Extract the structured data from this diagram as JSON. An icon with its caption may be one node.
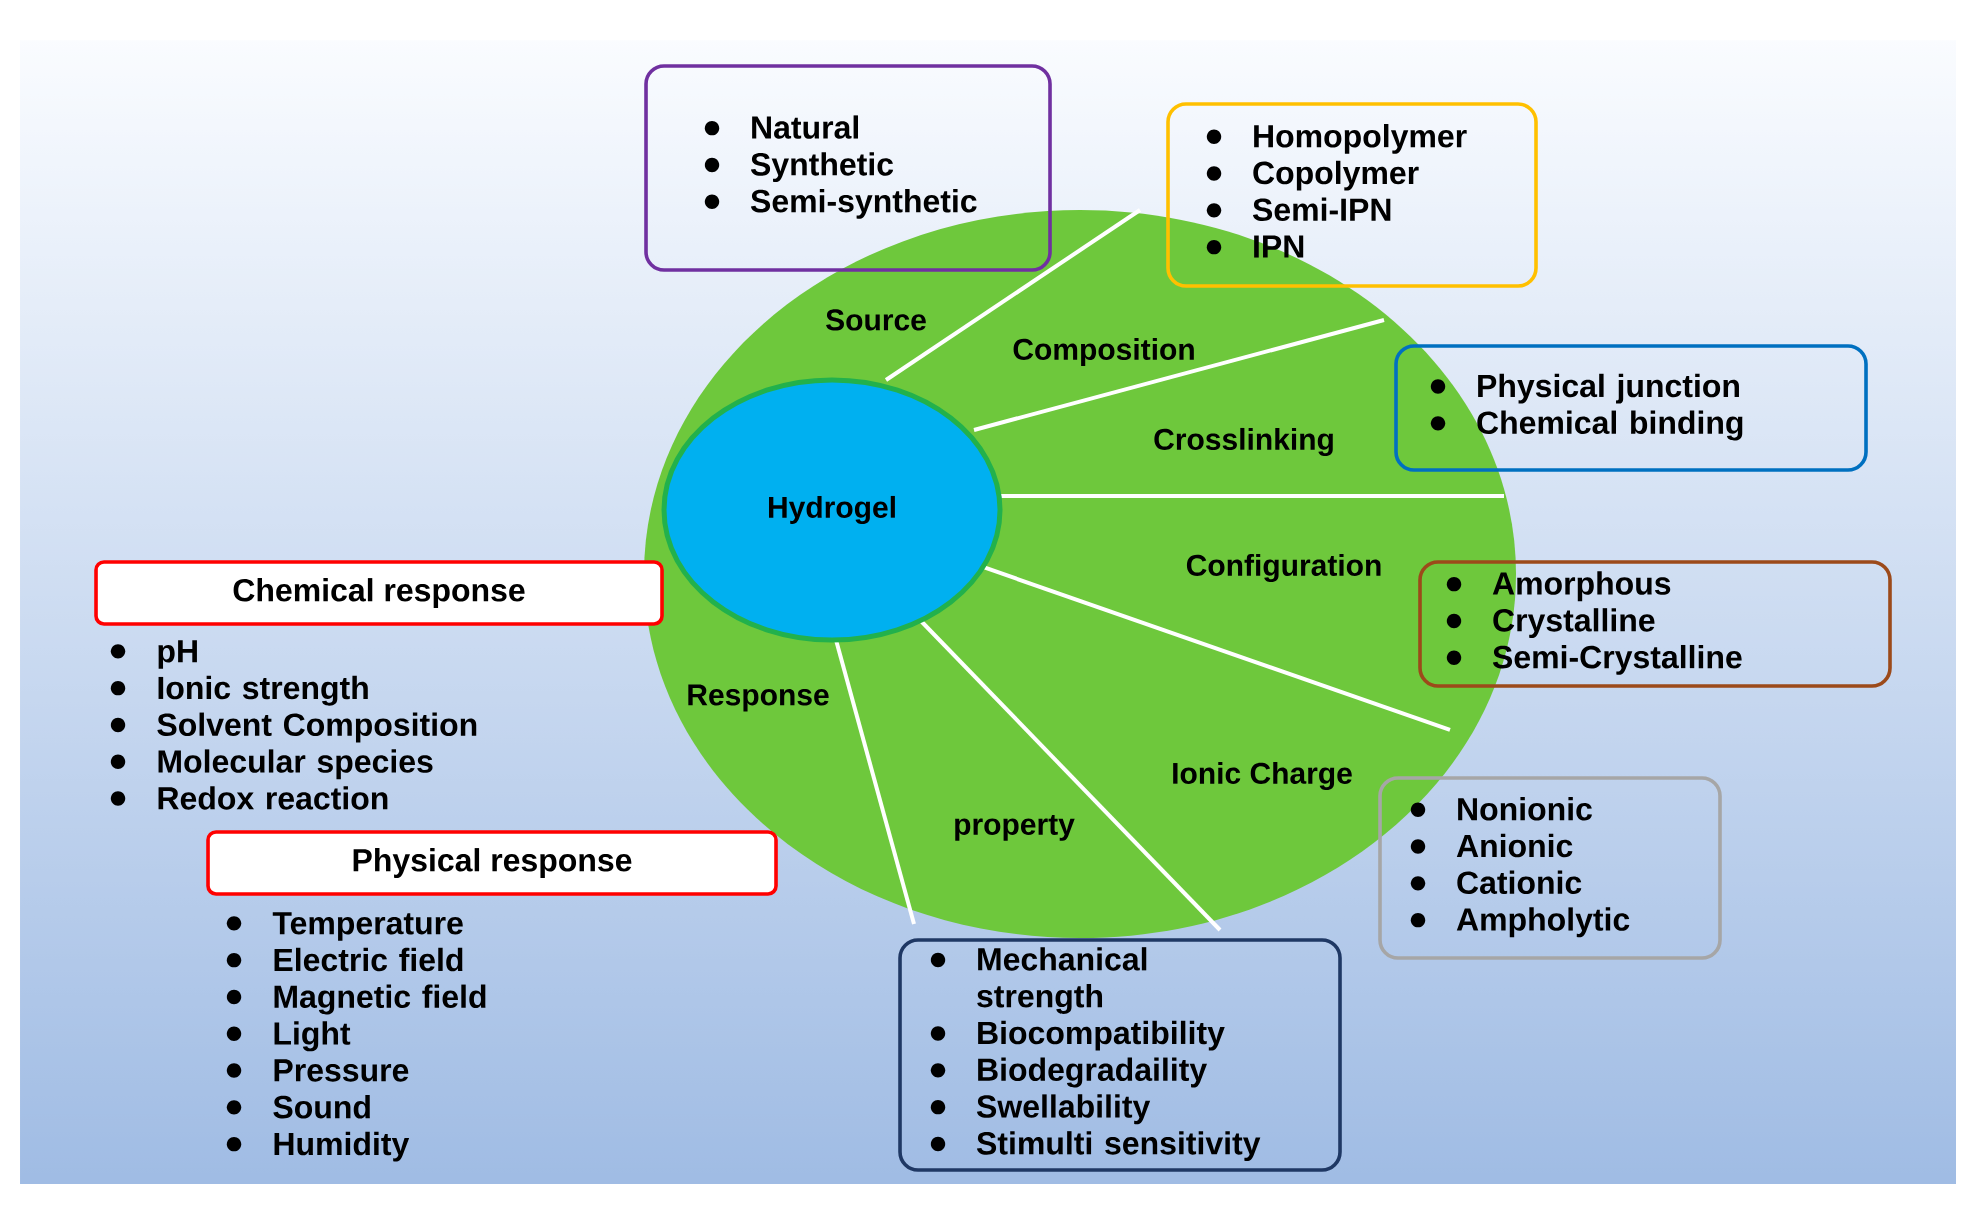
{
  "diagram": {
    "nodes": [
      {
        "text": [
          "Source",
          "Composition",
          "Crosslinking",
          "Configuration",
          "Ionic Charge",
          "property",
          "Response"
        ]
      },
      {
        "text": [
          "Hydrogel"
        ],
        "in": 0
      },
      {
        "text": [
          "Natural",
          "Synthetic",
          "Semi-synthetic"
        ]
      },
      {
        "text": [
          "Homopolymer",
          "Copolymer",
          "Semi-IPN",
          "IPN"
        ]
      },
      {
        "text": [
          "Physical junction",
          "Chemical binding"
        ]
      },
      {
        "text": [
          "Amorphous",
          "Crystalline",
          "Semi-Crystalline"
        ]
      },
      {
        "text": [
          "Chemical response"
        ],
        "beside": [
          "pH",
          "Ionic strength",
          "Solvent Composition",
          "Molecular species",
          "Redox reaction"
        ]
      },
      {
        "text": [
          "Physical response"
        ],
        "beside": [
          "Temperature",
          "Electric field",
          "Magnetic field",
          "Light",
          "Pressure",
          "Sound",
          "Humidity"
        ]
      },
      {
        "text": [
          "Nonionic",
          "Anionic",
          "Cationic",
          "Ampholytic"
        ]
      },
      {
        "text": [
          "Mechanical strength",
          "Biocompatibility",
          "Biodegradaility",
          "Swellability",
          "Stimulti sensitivity"
        ]
      }
    ]
  }
}
